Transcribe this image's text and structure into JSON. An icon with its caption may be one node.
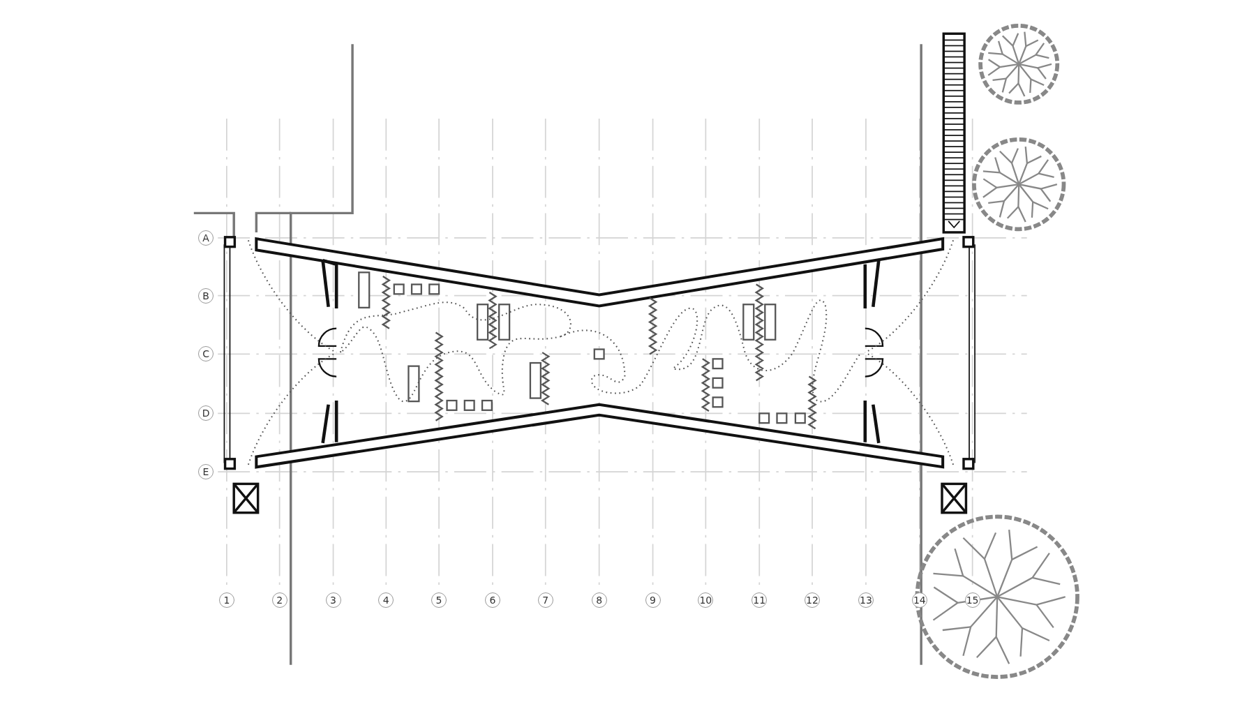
{
  "diagram": {
    "labels": [
      "A",
      "B",
      "C",
      "D",
      "E",
      "1",
      "2",
      "3",
      "4",
      "5",
      "6",
      "7",
      "8",
      "9",
      "10",
      "11",
      "12",
      "13",
      "14",
      "15"
    ]
  }
}
